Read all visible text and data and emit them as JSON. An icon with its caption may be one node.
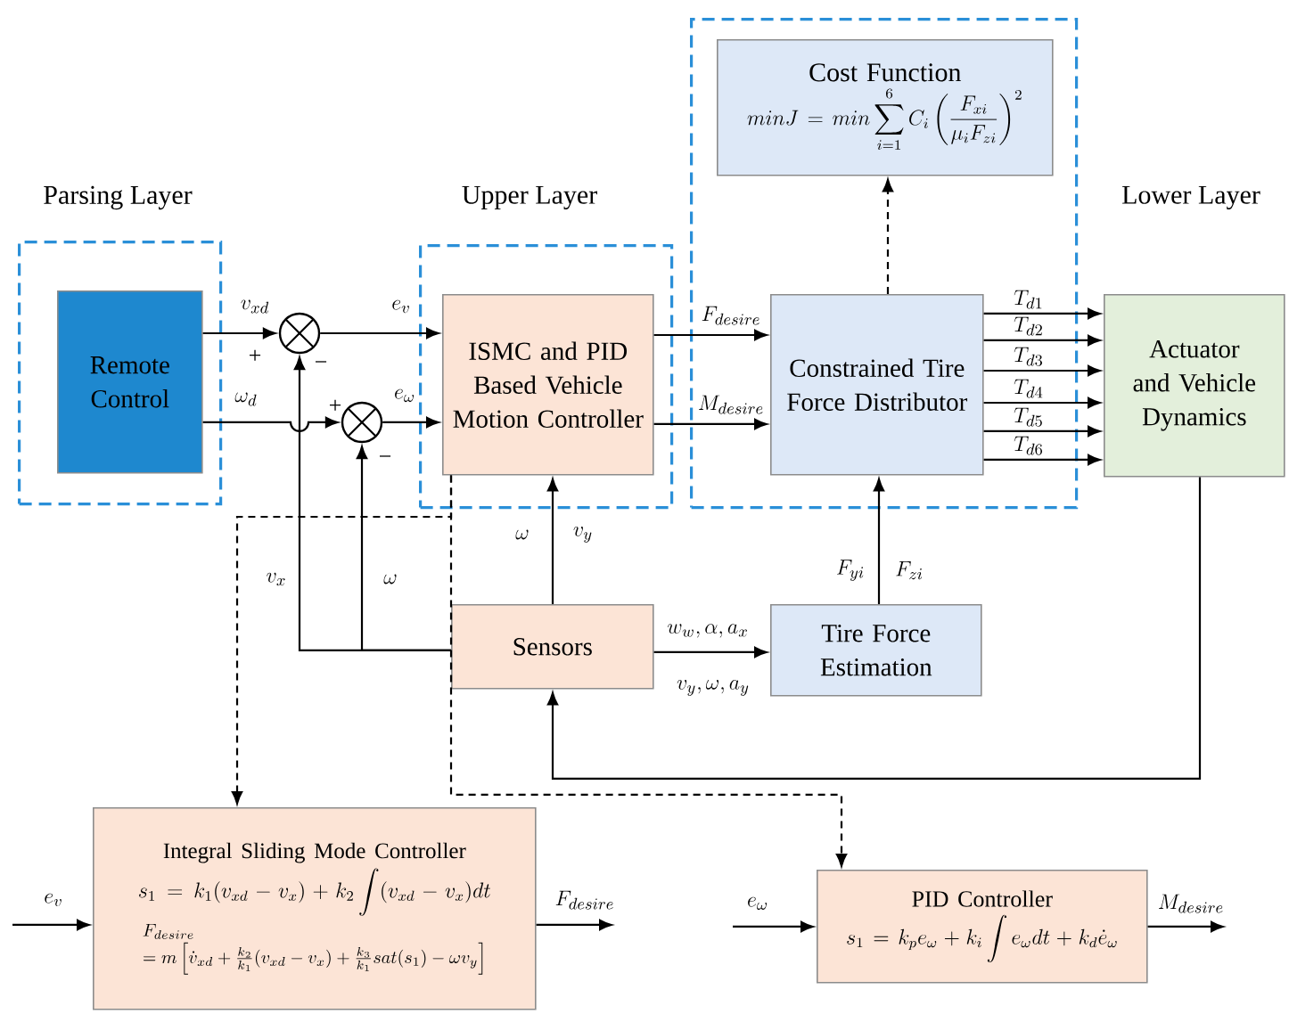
{
  "diagram": {
    "nodes": [
      {
        "text": [
          "Parsing Layer"
        ]
      },
      {
        "text": [
          "Remote Control"
        ],
        "in": 0
      },
      {
        "text": [
          "Upper Layer"
        ]
      },
      {
        "text": [
          "ISMC and PID Based Vehicle Motion Controller"
        ],
        "in": 2
      },
      {
        "text": [],
        "shape": "box"
      },
      {
        "text": [
          "Cost Function",
          "minJ = min\\sum_{i=1}^{6} C_i\\left(\\frac{F_{xi}}{\\mu_i F_{zi}}\\right)^2"
        ],
        "in": 4
      },
      {
        "text": [
          "Constrained Tire Force Distributor"
        ],
        "in": 4
      },
      {
        "text": [
          "Actuator and Vehicle Dynamics"
        ]
      },
      {
        "text": [],
        "shape": "circle"
      },
      {
        "text": [],
        "shape": "circle"
      },
      {
        "text": [
          "Sensors"
        ]
      },
      {
        "text": [
          "Tire Force Estimation"
        ]
      },
      {
        "text": [
          "Integral Sliding Mode Controller",
          "s_1 = k_1(v_{xd} - v_x) + k_2\\int (v_{xd} - v_x)dt",
          "\\begin{array}{l}F_{desire}\\\\ = m\\left[\\dot{v}_{xd} + \\frac{k_2}{k_1}(v_{xd} - v_x) + \\frac{k_3}{k_1}sat(s_1) - \\omega v_y\\right]\\end{array}"
        ]
      },
      {
        "text": [
          "PID Controller",
          "s_1 = k_p e_\\omega + k_i\\int e_\\omega dt + k_d\\dot{e}_\\omega"
        ]
      }
    ],
    "edges": [
      {
        "from": 1,
        "to": 8,
        "arrow": "to",
        "label": "v_{xd}"
      },
      {
        "from": 1,
        "to": 9,
        "arrow": "to",
        "label": "\\omega_d"
      },
      {
        "from": 8,
        "to": 3,
        "arrow": "to",
        "label": "e_v"
      },
      {
        "from": 9,
        "to": 3,
        "arrow": "to",
        "label": "e_\\omega"
      },
      {
        "from": 3,
        "to": 6,
        "arrow": "to",
        "label": "F_{desire}"
      },
      {
        "from": 3,
        "to": 6,
        "arrow": "to",
        "label": "M_{desire}"
      },
      {
        "from": 6,
        "to": 5,
        "arrow": "to",
        "style": "dashed"
      },
      {
        "from": 6,
        "to": 7,
        "arrow": "to",
        "label": "T_{d1}"
      },
      {
        "from": 6,
        "to": 7,
        "arrow": "to",
        "label": "T_{d2}"
      },
      {
        "from": 6,
        "to": 7,
        "arrow": "to",
        "label": "T_{d3}"
      },
      {
        "from": 6,
        "to": 7,
        "arrow": "to",
        "label": "T_{d4}"
      },
      {
        "from": 6,
        "to": 7,
        "arrow": "to",
        "label": "T_{d5}"
      },
      {
        "from": 6,
        "to": 7,
        "arrow": "to",
        "label": "T_{d6}"
      },
      {
        "from": 10,
        "to": 3,
        "arrow": "to",
        "label": "\\omega"
      },
      {
        "from": 10,
        "to": 8,
        "arrow": "to",
        "label": "v_x"
      },
      {
        "from": 10,
        "to": 9,
        "arrow": "to",
        "label": "\\omega"
      },
      {
        "from": 10,
        "to": 11,
        "arrow": "to",
        "label": "w_w,\\alpha,a_x"
      },
      {
        "from": 11,
        "to": 6,
        "arrow": "to",
        "label": "F_{yi}"
      },
      {
        "from": 7,
        "to": 10,
        "arrow": "to"
      },
      {
        "from": 3,
        "to": 12,
        "arrow": "to",
        "style": "dashed"
      },
      {
        "from": 3,
        "to": 13,
        "arrow": "to",
        "style": "dashed"
      },
      {
        "from": null,
        "to": 12,
        "arrow": "to",
        "label": "e_v"
      },
      {
        "from": 12,
        "to": null,
        "arrow": "to",
        "label": "F_{desire}"
      },
      {
        "from": null,
        "to": 13,
        "arrow": "to",
        "label": "e_\\omega"
      },
      {
        "from": 13,
        "to": null,
        "arrow": "to",
        "label": "M_{desire}"
      }
    ],
    "labels": [
      "Lower Layer",
      "+",
      "−",
      "+",
      "−",
      "v_y",
      "F_{zi}",
      "v_y,\\omega,a_y"
    ]
  }
}
